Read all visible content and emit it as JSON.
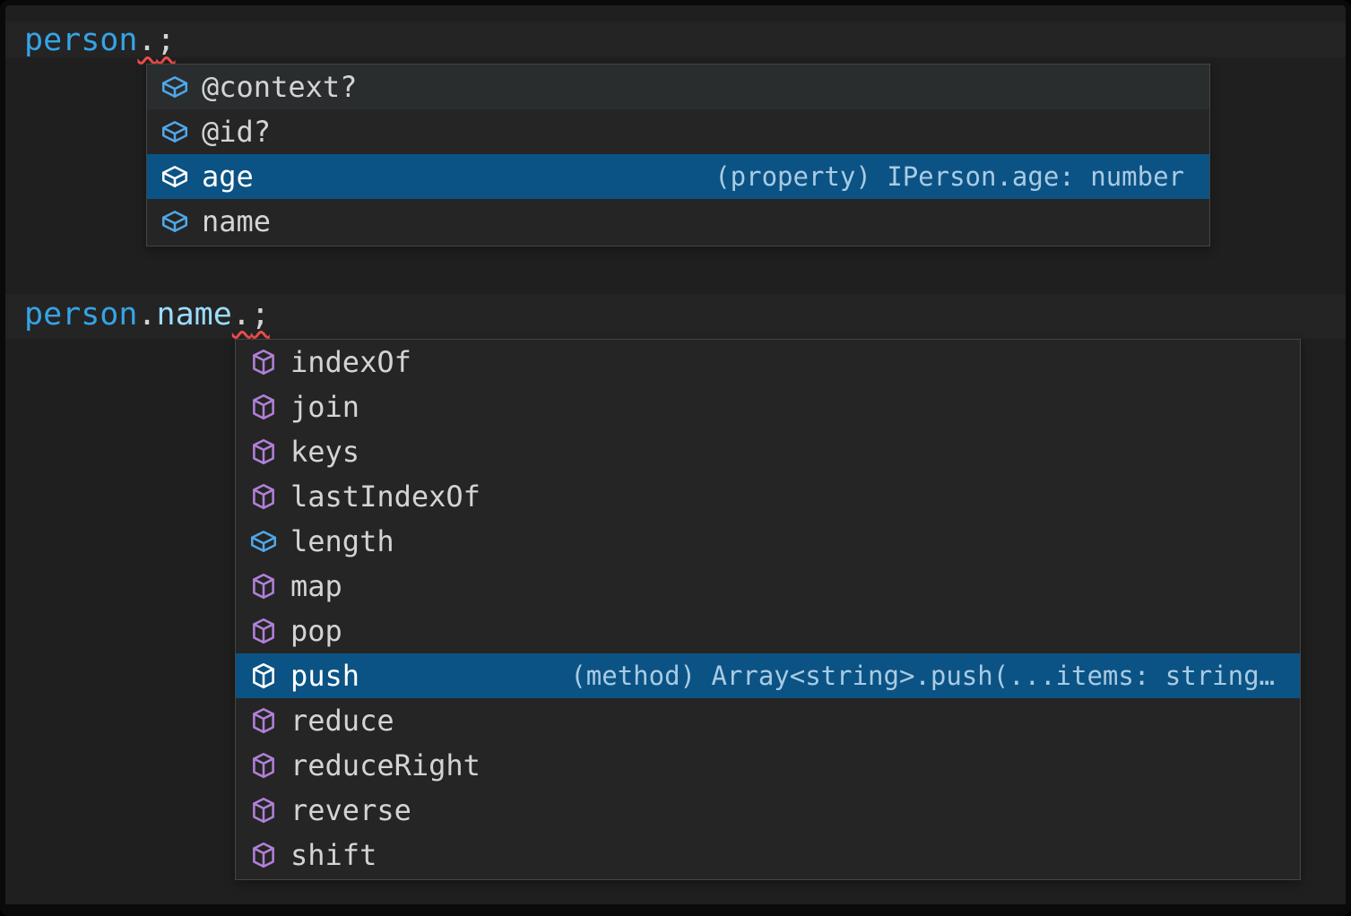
{
  "colors": {
    "frame": "#0a0a0a",
    "editor_background": "#1f1f1f",
    "line_highlight": "#242425",
    "widget_background": "#252526",
    "widget_border": "#454545",
    "selection_background": "#0b5384",
    "hover_background": "#2a2d2e",
    "label": "#d4d4d4",
    "label_selected": "#ffffff",
    "detail": "#a9cbe4",
    "icon_field": "#4fa8e8",
    "icon_method": "#b180d7",
    "icon_selected": "#ffffff",
    "token_default": "#d4d4d4",
    "token_variable": "#35a4e6",
    "token_property": "#9cdcfe",
    "squiggle": "#f14c4c"
  },
  "editor": {
    "lines": [
      {
        "tokens": [
          {
            "text": "person",
            "color": "token_variable"
          },
          {
            "text": ".",
            "squiggle": true
          },
          {
            "text": ";",
            "squiggle": true
          }
        ]
      },
      {
        "tokens": [
          {
            "text": "person",
            "color": "token_variable"
          },
          {
            "text": "."
          },
          {
            "text": "name",
            "color": "token_property"
          },
          {
            "text": ".",
            "squiggle": true
          },
          {
            "text": ";",
            "squiggle": true
          }
        ]
      }
    ]
  },
  "suggest_widgets": [
    {
      "items": [
        {
          "label": "@context?",
          "icon": "symbol-field-icon",
          "hovered": true
        },
        {
          "label": "@id?",
          "icon": "symbol-field-icon"
        },
        {
          "label": "age",
          "icon": "symbol-field-icon",
          "selected": true,
          "detail": "(property) IPerson.age: number"
        },
        {
          "label": "name",
          "icon": "symbol-field-icon"
        }
      ]
    },
    {
      "items": [
        {
          "label": "indexOf",
          "icon": "symbol-method-icon"
        },
        {
          "label": "join",
          "icon": "symbol-method-icon"
        },
        {
          "label": "keys",
          "icon": "symbol-method-icon"
        },
        {
          "label": "lastIndexOf",
          "icon": "symbol-method-icon"
        },
        {
          "label": "length",
          "icon": "symbol-field-icon"
        },
        {
          "label": "map",
          "icon": "symbol-method-icon"
        },
        {
          "label": "pop",
          "icon": "symbol-method-icon"
        },
        {
          "label": "push",
          "icon": "symbol-method-icon",
          "selected": true,
          "detail": "(method) Array<string>.push(...items: string…"
        },
        {
          "label": "reduce",
          "icon": "symbol-method-icon"
        },
        {
          "label": "reduceRight",
          "icon": "symbol-method-icon"
        },
        {
          "label": "reverse",
          "icon": "symbol-method-icon"
        },
        {
          "label": "shift",
          "icon": "symbol-method-icon"
        }
      ]
    }
  ]
}
